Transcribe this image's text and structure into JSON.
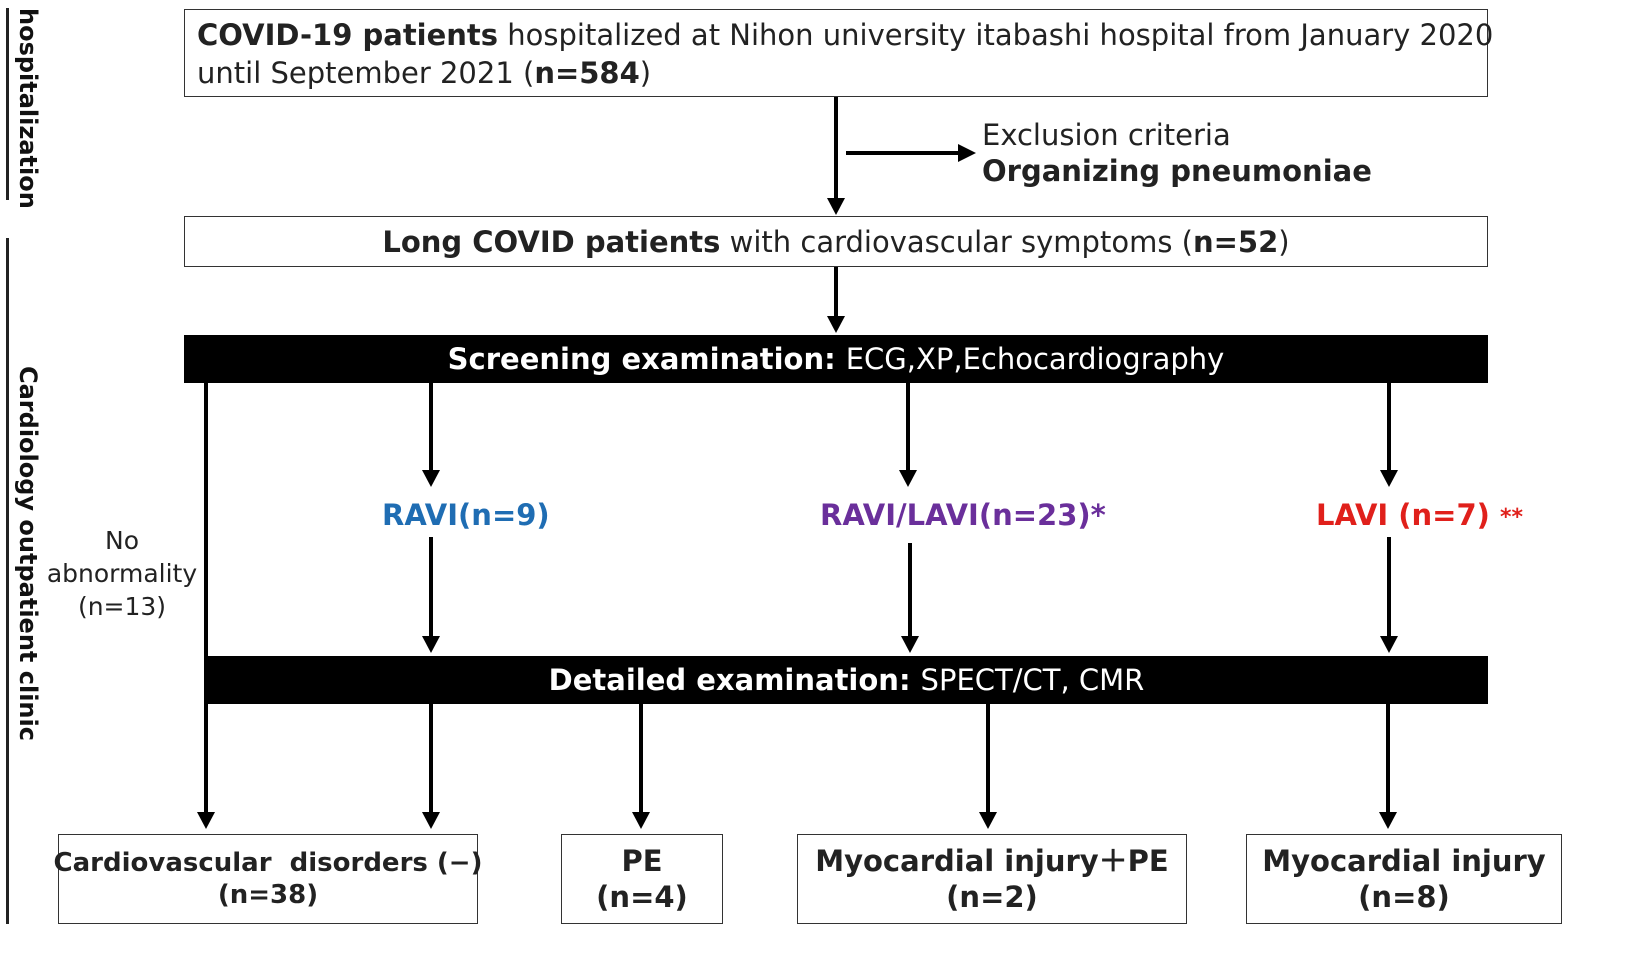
{
  "side_labels": {
    "hospitalization": "hospitalization",
    "cardiology": "Cardiology outpatient clinic"
  },
  "top_box": {
    "bold_start": "COVID-19 patients",
    "line1_rest": " hospitalized at Nihon university itabashi hospital from January 2020",
    "line2_text": "until September 2021 (",
    "line2_bold": "n=584",
    "line2_end": ")"
  },
  "exclusion": {
    "title": "Exclusion criteria",
    "item": "Organizing pneumoniae"
  },
  "long_covid_box": {
    "bold_start": "Long COVID patients",
    "rest": " with cardiovascular symptoms (",
    "bold_n": "n=52",
    "end": ")"
  },
  "screening_bar": {
    "bold": "Screening examination:",
    "rest": "ECG,XP,Echocardiography"
  },
  "findings": {
    "ravi": {
      "label": "RAVI(n=9)",
      "color": "#1f6db3"
    },
    "ravi_lavi": {
      "label": "RAVI/LAVI(n=23)*",
      "color": "#6a2f9b"
    },
    "lavi": {
      "label": "LAVI (n=7)",
      "marker": "**",
      "color": "#e0201b"
    }
  },
  "no_abnormality": {
    "line1": "No",
    "line2": "abnormality",
    "line3": "(n=13)"
  },
  "detailed_bar": {
    "bold": "Detailed examination:",
    "rest": "SPECT/CT, CMR"
  },
  "outcomes": [
    {
      "title": "Cardiovascular  disorders (−)",
      "count": "(n=38)"
    },
    {
      "title": "PE",
      "count": "(n=4)"
    },
    {
      "title": "Myocardial injury＋PE",
      "count": "(n=2)"
    },
    {
      "title": "Myocardial injury",
      "count": "(n=8)"
    }
  ]
}
